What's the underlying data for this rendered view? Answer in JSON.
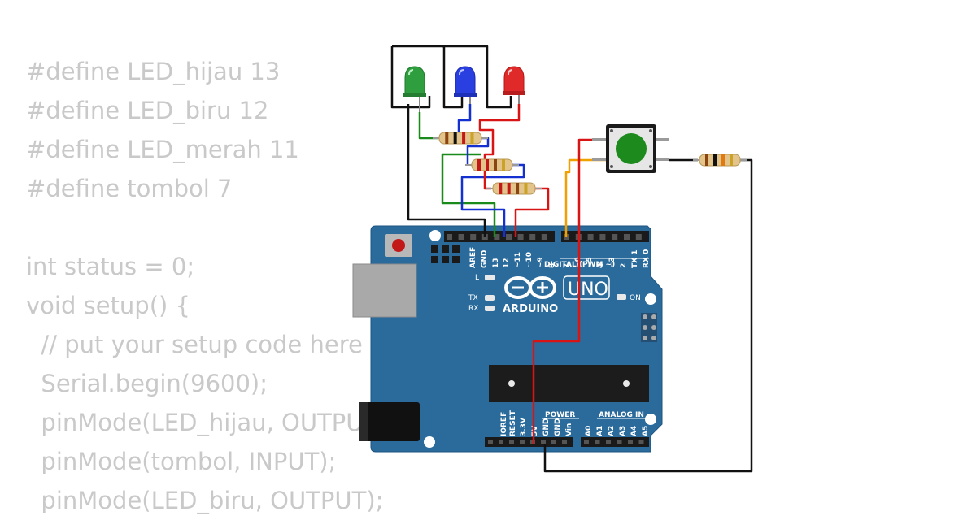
{
  "code_lines": [
    "#define LED_hijau 13",
    "#define LED_biru 12",
    "#define LED_merah 11",
    "#define tombol 7",
    "",
    "int status = 0;",
    "void setup() {",
    "  // put your setup code here",
    "  Serial.begin(9600);",
    "  pinMode(LED_hijau, OUTPUT);",
    "  pinMode(tombol, INPUT);",
    "  pinMode(LED_biru, OUTPUT);"
  ],
  "board": {
    "brand": "ARDUINO",
    "model": "UNO",
    "digital_header": "DIGITAL (PWM ~)",
    "power_header": "POWER",
    "analog_header": "ANALOG IN",
    "on_label": "ON",
    "l_label": "L",
    "tx_label": "TX",
    "rx_label": "RX",
    "digital_pins": [
      "AREF",
      "GND",
      "13",
      "12",
      "~11",
      "~10",
      "~9",
      "8",
      "7",
      "~6",
      "~5",
      "4",
      "~3",
      "2",
      "TX 1",
      "RX 0"
    ],
    "power_pins": [
      "IOREF",
      "RESET",
      "3.3V",
      "5V",
      "GND",
      "GND",
      "Vin"
    ],
    "analog_pins": [
      "A0",
      "A1",
      "A2",
      "A3",
      "A4",
      "A5"
    ]
  },
  "components": {
    "leds": [
      {
        "name": "led-green",
        "color": "#2e9e3e"
      },
      {
        "name": "led-blue",
        "color": "#2a3fe0"
      },
      {
        "name": "led-red",
        "color": "#e02a2a"
      }
    ],
    "button_color": "#1c8a1c",
    "board_color": "#2a6b9c"
  },
  "colors": {
    "code_text": "#c9c9c9",
    "wire_black": "#111111",
    "wire_red": "#d81414",
    "wire_green": "#1a8a1a",
    "wire_blue": "#1530d0",
    "wire_orange": "#f0a000"
  }
}
